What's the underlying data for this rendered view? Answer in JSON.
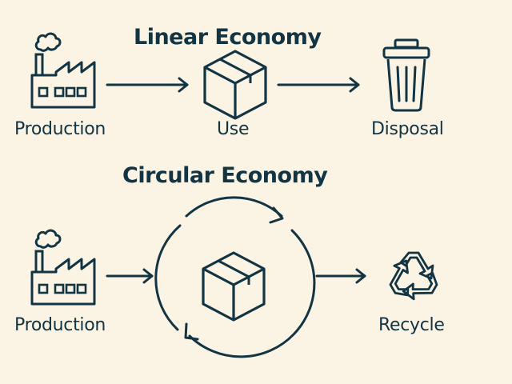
{
  "linear": {
    "title": "Linear Economy",
    "steps": [
      "Production",
      "Use",
      "Disposal"
    ]
  },
  "circular": {
    "title": "Circular Economy",
    "steps": [
      "Production",
      "Recycle"
    ]
  },
  "colors": {
    "ink": "#123443",
    "background": "#fbf3e3"
  },
  "icons": [
    "factory-icon",
    "box-icon",
    "trash-can-icon",
    "circular-arrows-icon",
    "recycle-icon",
    "arrow-right-icon"
  ]
}
